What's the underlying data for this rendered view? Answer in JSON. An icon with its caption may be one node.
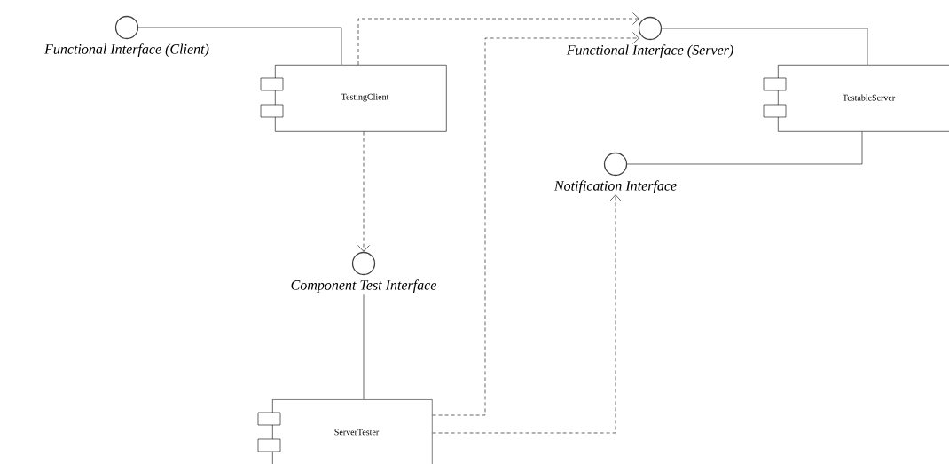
{
  "diagram": {
    "nodes": [
      {
        "text": [
          "Functional Interface (Client)"
        ]
      },
      {
        "text": [
          "TestingClient"
        ]
      },
      {
        "text": [
          "Functional Interface (Server)"
        ]
      },
      {
        "text": [
          "TestableServer"
        ]
      },
      {
        "text": [
          "Notification Interface"
        ]
      },
      {
        "text": [
          "Component Test Interface"
        ]
      },
      {
        "text": [
          "ServerTester"
        ]
      }
    ],
    "edges": [
      {
        "from": 1,
        "to": 0,
        "arrow": "none"
      },
      {
        "from": 3,
        "to": 2,
        "arrow": "none"
      },
      {
        "from": 3,
        "to": 4,
        "arrow": "none"
      },
      {
        "from": 1,
        "to": 2,
        "arrow": "to",
        "style": "dashed"
      },
      {
        "from": 1,
        "to": 5,
        "arrow": "to",
        "style": "dashed"
      },
      {
        "from": 6,
        "to": 2,
        "arrow": "to",
        "style": "dashed"
      },
      {
        "from": 6,
        "to": 4,
        "arrow": "to",
        "style": "dashed"
      },
      {
        "from": 5,
        "to": 6,
        "arrow": "none"
      }
    ]
  }
}
